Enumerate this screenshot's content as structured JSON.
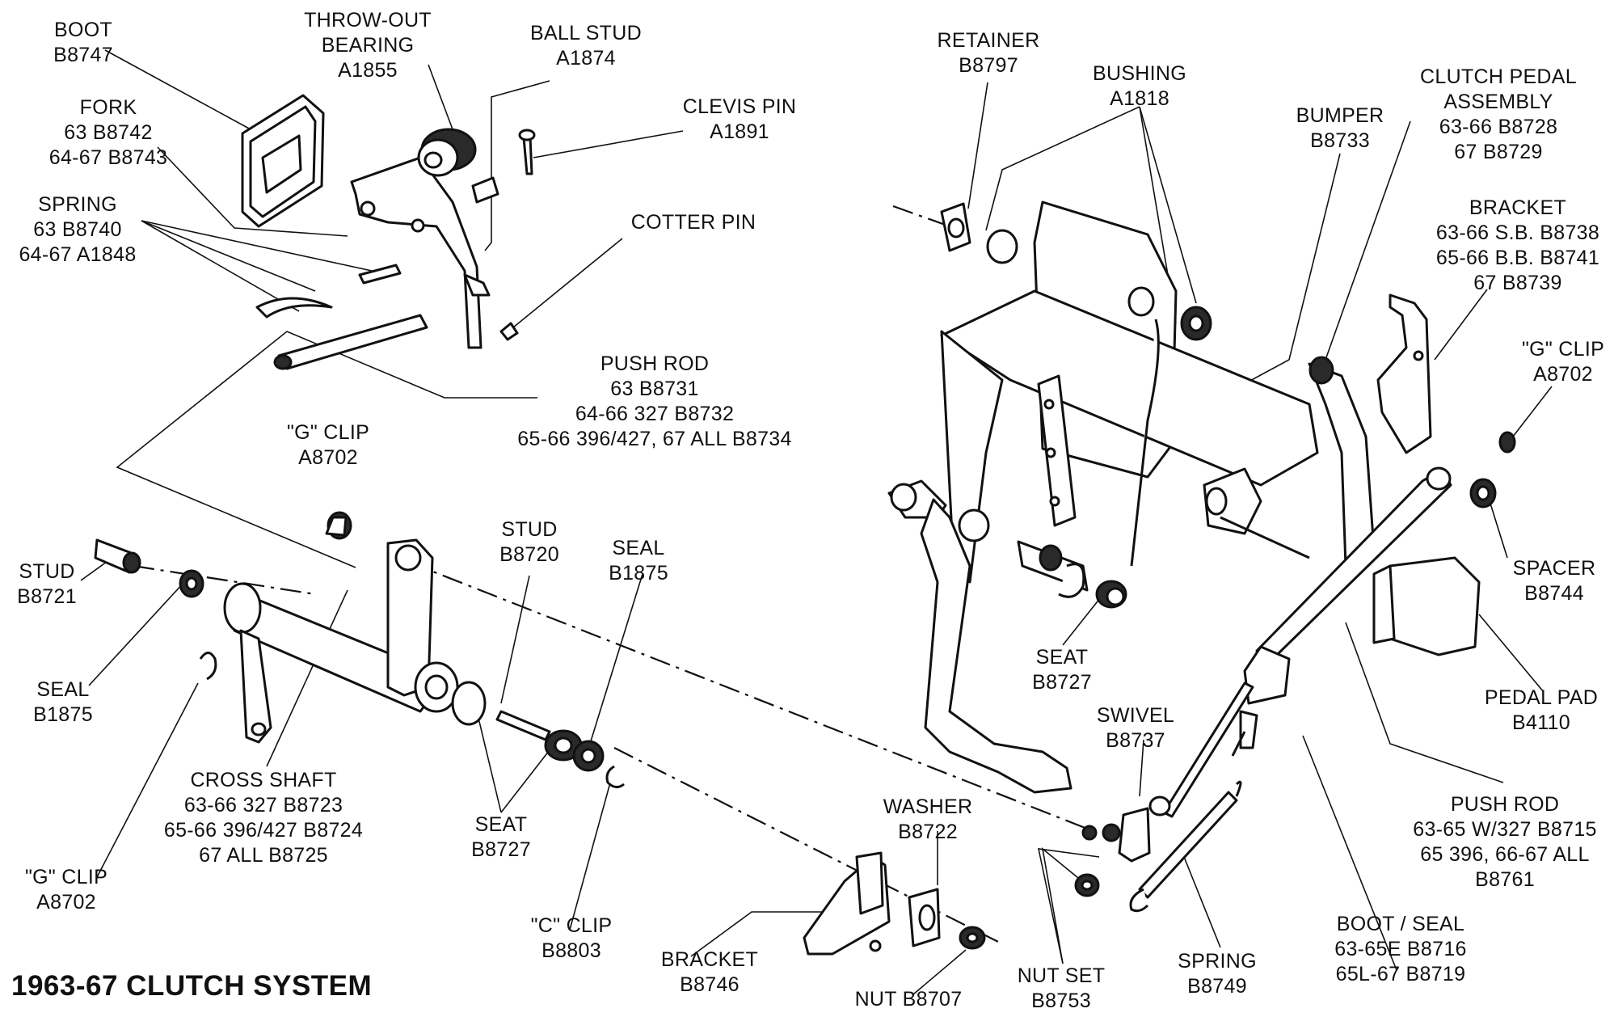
{
  "title": "1963-67 CLUTCH SYSTEM",
  "labels": [
    {
      "id": "boot",
      "lines": [
        "BOOT",
        "B8747"
      ]
    },
    {
      "id": "throw-out-bearing",
      "lines": [
        "THROW-OUT",
        "BEARING",
        "A1855"
      ]
    },
    {
      "id": "ball-stud",
      "lines": [
        "BALL STUD",
        "A1874"
      ]
    },
    {
      "id": "clevis-pin",
      "lines": [
        "CLEVIS PIN",
        "A1891"
      ]
    },
    {
      "id": "fork",
      "lines": [
        "FORK",
        "63  B8742",
        "64-67  B8743"
      ]
    },
    {
      "id": "spring-top",
      "lines": [
        "SPRING",
        "63  B8740",
        "64-67  A1848"
      ]
    },
    {
      "id": "cotter-pin",
      "lines": [
        "COTTER PIN"
      ]
    },
    {
      "id": "push-rod-top",
      "lines": [
        "PUSH ROD",
        "63  B8731",
        "64-66 327  B8732",
        "65-66 396/427, 67 ALL  B8734"
      ]
    },
    {
      "id": "g-clip-mid",
      "lines": [
        "\"G\" CLIP",
        "A8702"
      ]
    },
    {
      "id": "stud-left",
      "lines": [
        "STUD",
        "B8721"
      ]
    },
    {
      "id": "seal-left",
      "lines": [
        "SEAL",
        "B1875"
      ]
    },
    {
      "id": "stud-mid",
      "lines": [
        "STUD",
        "B8720"
      ]
    },
    {
      "id": "seal-mid",
      "lines": [
        "SEAL",
        "B1875"
      ]
    },
    {
      "id": "cross-shaft",
      "lines": [
        "CROSS SHAFT",
        "63-66 327  B8723",
        "65-66 396/427  B8724",
        "67 ALL  B8725"
      ]
    },
    {
      "id": "seat-mid",
      "lines": [
        "SEAT",
        "B8727"
      ]
    },
    {
      "id": "g-clip-left",
      "lines": [
        "\"G\" CLIP",
        "A8702"
      ]
    },
    {
      "id": "c-clip",
      "lines": [
        "\"C\" CLIP",
        "B8803"
      ]
    },
    {
      "id": "bracket-bottom",
      "lines": [
        "BRACKET",
        "B8746"
      ]
    },
    {
      "id": "washer",
      "lines": [
        "WASHER",
        "B8722"
      ]
    },
    {
      "id": "nut",
      "lines": [
        "NUT  B8707"
      ]
    },
    {
      "id": "retainer",
      "lines": [
        "RETAINER",
        "B8797"
      ]
    },
    {
      "id": "bushing",
      "lines": [
        "BUSHING",
        "A1818"
      ]
    },
    {
      "id": "bumper",
      "lines": [
        "BUMPER",
        "B8733"
      ]
    },
    {
      "id": "clutch-pedal-assembly",
      "lines": [
        "CLUTCH PEDAL",
        "ASSEMBLY",
        "63-66  B8728",
        "67  B8729"
      ]
    },
    {
      "id": "bracket-right",
      "lines": [
        "BRACKET",
        "63-66 S.B. B8738",
        "65-66 B.B. B8741",
        "67  B8739"
      ]
    },
    {
      "id": "g-clip-right",
      "lines": [
        "\"G\" CLIP",
        "A8702"
      ]
    },
    {
      "id": "spacer",
      "lines": [
        "SPACER",
        "B8744"
      ]
    },
    {
      "id": "pedal-pad",
      "lines": [
        "PEDAL PAD",
        "B4110"
      ]
    },
    {
      "id": "seat-right",
      "lines": [
        "SEAT",
        "B8727"
      ]
    },
    {
      "id": "swivel",
      "lines": [
        "SWIVEL",
        "B8737"
      ]
    },
    {
      "id": "push-rod-right",
      "lines": [
        "PUSH ROD",
        "63-65 W/327 B8715",
        "65 396, 66-67 ALL",
        "B8761"
      ]
    },
    {
      "id": "boot-seal",
      "lines": [
        "BOOT / SEAL",
        "63-65E  B8716",
        "65L-67  B8719"
      ]
    },
    {
      "id": "spring-bottom",
      "lines": [
        "SPRING",
        "B8749"
      ]
    },
    {
      "id": "nut-set",
      "lines": [
        "NUT SET",
        "B8753"
      ]
    }
  ]
}
